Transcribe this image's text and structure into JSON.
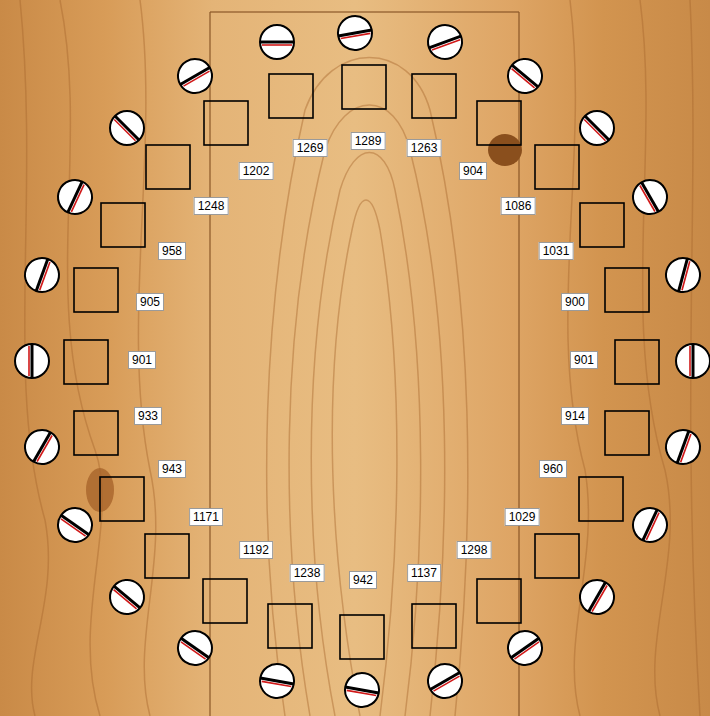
{
  "diagram": {
    "labels": [
      "1289",
      "1269",
      "1263",
      "1202",
      "904",
      "1248",
      "1086",
      "958",
      "1031",
      "905",
      "900",
      "901",
      "901",
      "933",
      "914",
      "943",
      "960",
      "1171",
      "1029",
      "1192",
      "1298",
      "1238",
      "1137",
      "942"
    ]
  }
}
